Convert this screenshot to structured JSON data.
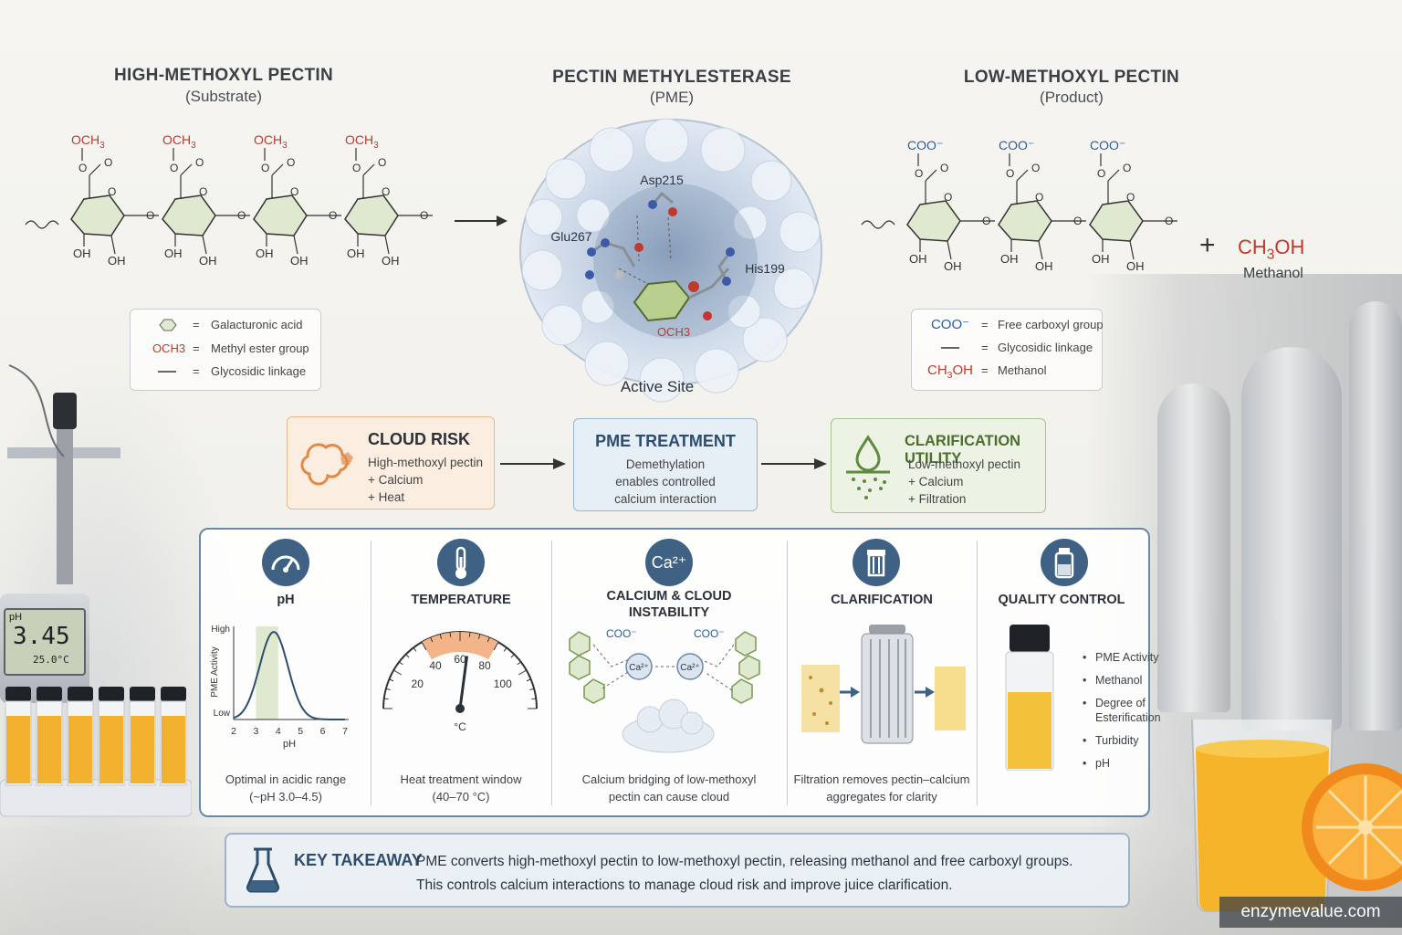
{
  "substrate": {
    "title": "HIGH-METHOXYL PECTIN",
    "subtitle": "(Substrate)",
    "group_label": "OCH3",
    "oh_label": "OH",
    "legend": [
      {
        "symbol": "hexagon",
        "eq": "=",
        "text": "Galacturonic acid"
      },
      {
        "symbol": "OCH3",
        "eq": "=",
        "text": "Methyl ester group"
      },
      {
        "symbol": "line",
        "eq": "=",
        "text": "Glycosidic linkage"
      }
    ]
  },
  "enzyme": {
    "title": "PECTIN METHYLESTERASE",
    "subtitle": "(PME)",
    "residues": [
      "Asp215",
      "Glu267",
      "His199"
    ],
    "group_label": "OCH3",
    "active_site": "Active Site"
  },
  "product": {
    "title": "LOW-METHOXYL PECTIN",
    "subtitle": "(Product)",
    "group_label": "COO⁻",
    "oh_label": "OH",
    "plus": "+",
    "methanol_formula": "CH3OH",
    "methanol_name": "Methanol",
    "legend": [
      {
        "symbol": "COO⁻",
        "eq": "=",
        "text": "Free carboxyl group"
      },
      {
        "symbol": "line",
        "eq": "=",
        "text": "Glycosidic linkage"
      },
      {
        "symbol": "CH3OH",
        "eq": "=",
        "text": "Methanol"
      }
    ]
  },
  "flow": [
    {
      "title": "CLOUD RISK",
      "lines": [
        "High-methoxyl pectin",
        "+ Calcium",
        "+ Heat"
      ],
      "color": "#e08a4a"
    },
    {
      "title": "PME TREATMENT",
      "lines": [
        "Demethylation",
        "enables controlled",
        "calcium interaction"
      ],
      "color": "#3f6284"
    },
    {
      "title": "CLARIFICATION UTILITY",
      "lines": [
        "Low-methoxyl pectin",
        "+ Calcium",
        "+ Filtration"
      ],
      "color": "#5d8a3e"
    }
  ],
  "panels": {
    "ph": {
      "title": "pH",
      "caption": [
        "Optimal in acidic range",
        "(~pH 3.0–4.5)"
      ],
      "y_label": "PME Activity",
      "y_high": "High",
      "y_low": "Low",
      "x_label": "pH",
      "x_ticks": [
        "2",
        "3",
        "4",
        "5",
        "6",
        "7"
      ]
    },
    "temperature": {
      "title": "TEMPERATURE",
      "caption": [
        "Heat treatment window",
        "(40–70 °C)"
      ],
      "ticks": [
        "20",
        "40",
        "60",
        "80",
        "100"
      ],
      "unit": "°C"
    },
    "calcium": {
      "title": [
        "CALCIUM & CLOUD",
        "INSTABILITY"
      ],
      "icon_label": "Ca²⁺",
      "ion_label": "Ca²⁺",
      "group_label": "COO⁻",
      "caption": [
        "Calcium bridging of low-methoxyl",
        "pectin can cause cloud"
      ]
    },
    "clarification": {
      "title": "CLARIFICATION",
      "caption": [
        "Filtration removes pectin–calcium",
        "aggregates for clarity"
      ]
    },
    "quality": {
      "title": "QUALITY CONTROL",
      "items": [
        "PME Activity",
        "Methanol",
        "Degree of Esterification",
        "Turbidity",
        "pH"
      ]
    }
  },
  "meter": {
    "reading": "3.45",
    "temp": "25.0°C",
    "label": "pH"
  },
  "key_takeaway": {
    "title": "KEY TAKEAWAY",
    "lines": [
      "PME converts high-methoxyl pectin to low-methoxyl pectin, releasing methanol and free carboxyl groups.",
      "This controls calcium interactions to manage cloud risk and improve juice clarification."
    ]
  },
  "watermark": "enzymevalue.com",
  "colors": {
    "navy": "#3f6284",
    "ester_red": "#c0392b",
    "carboxyl_blue": "#2b5f9e",
    "ring_green": "#dfe9cf"
  }
}
